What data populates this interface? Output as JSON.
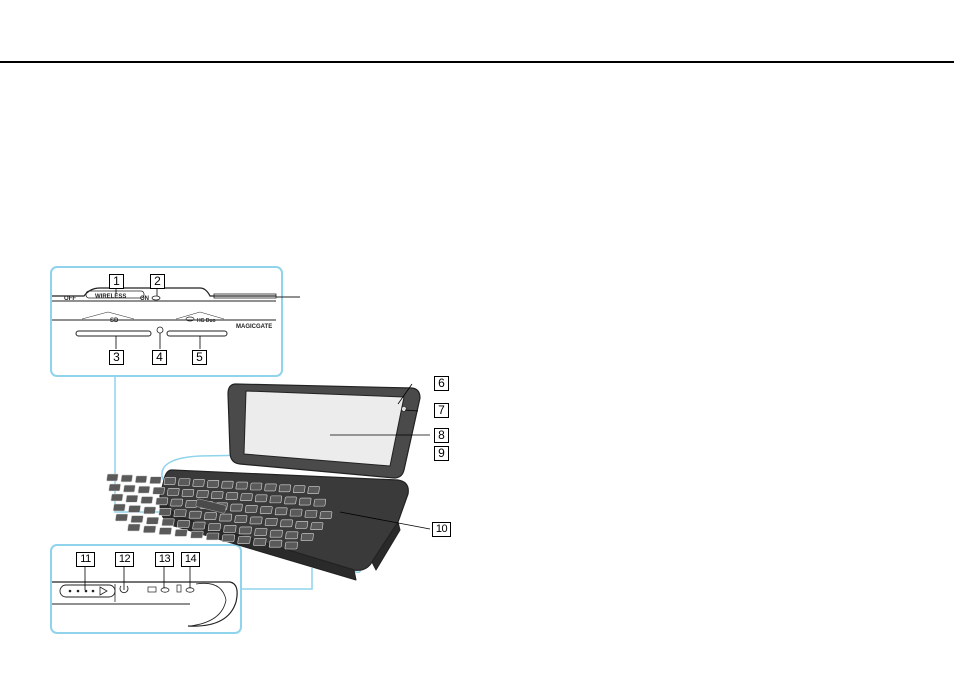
{
  "callouts": [
    "1",
    "2",
    "3",
    "4",
    "5",
    "6",
    "7",
    "8",
    "9",
    "10",
    "11",
    "12",
    "13",
    "14"
  ],
  "panel_top": {
    "off": "OFF",
    "wireless": "WIRELESS",
    "on": "ON",
    "sd": "SD",
    "hg_duo": "HG Duo",
    "magicgate": "MAGICGATE"
  },
  "colors": {
    "panel_border": "#8fd3ec",
    "leader": "#8fd3ec",
    "text": "#000000"
  },
  "icons": [
    "power-icon",
    "battery-icon",
    "disk-drive-icon",
    "play-icon",
    "memory-stick-icon"
  ]
}
